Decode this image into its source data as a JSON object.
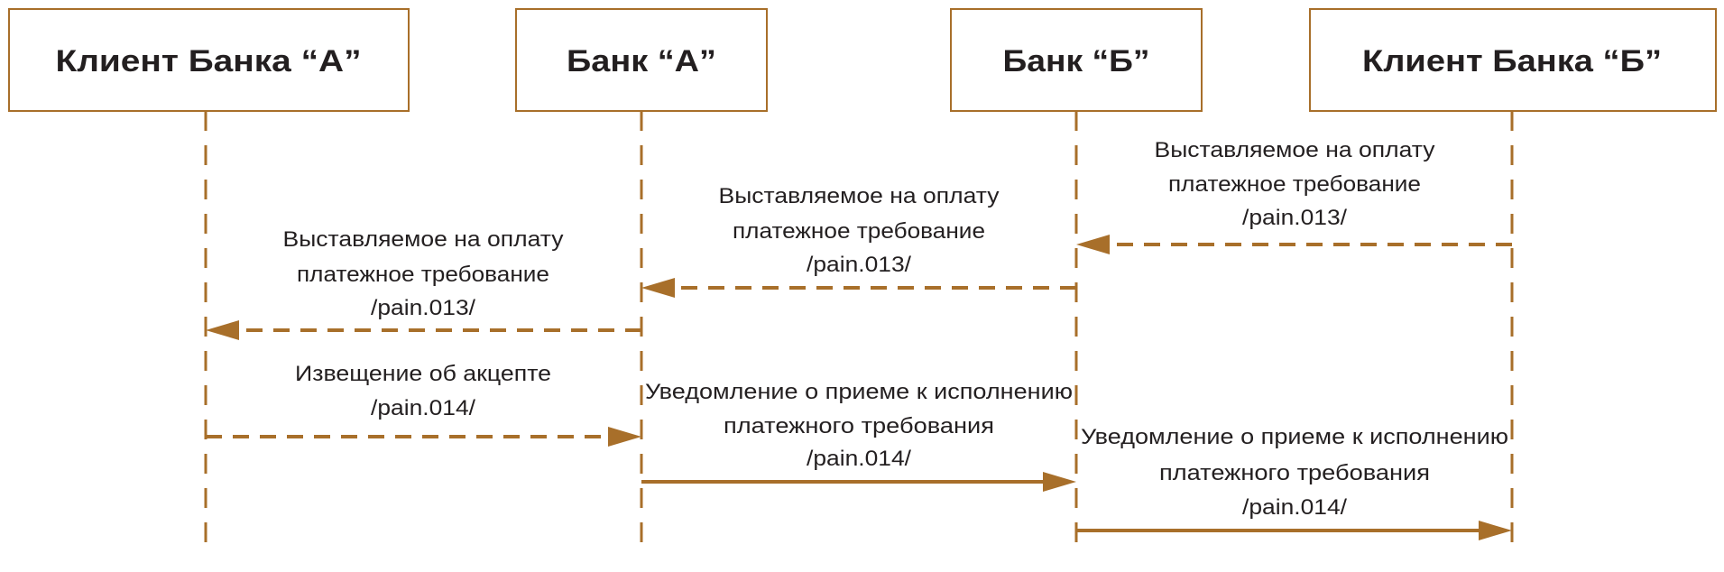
{
  "participants": [
    {
      "name": "Клиент Банка “А”"
    },
    {
      "name": "Банк “А”"
    },
    {
      "name": "Банк “Б”"
    },
    {
      "name": "Клиент Банка “Б”"
    }
  ],
  "messages": [
    {
      "from": "Клиент Банка “Б”",
      "to": "Банк “Б”",
      "style": "dashed",
      "lines": [
        "Выставляемое на оплату",
        "платежное требование",
        "/pain.013/"
      ]
    },
    {
      "from": "Банк “Б”",
      "to": "Банк “А”",
      "style": "dashed",
      "lines": [
        "Выставляемое на оплату",
        "платежное требование",
        "/pain.013/"
      ]
    },
    {
      "from": "Банк “А”",
      "to": "Клиент Банка “А”",
      "style": "dashed",
      "lines": [
        "Выставляемое на оплату",
        "платежное требование",
        "/pain.013/"
      ]
    },
    {
      "from": "Клиент Банка “А”",
      "to": "Банк “А”",
      "style": "dashed",
      "lines": [
        "Извещение об акцепте",
        "/pain.014/"
      ]
    },
    {
      "from": "Банк “А”",
      "to": "Банк “Б”",
      "style": "solid",
      "lines": [
        "Уведомление о приеме к исполнению",
        "платежного требования",
        "/pain.014/"
      ]
    },
    {
      "from": "Банк “Б”",
      "to": "Клиент Банка “Б”",
      "style": "solid",
      "lines": [
        "Уведомление о приеме к исполнению",
        "платежного требования",
        "/pain.014/"
      ]
    }
  ],
  "colors": {
    "accent": "#a86f2a",
    "text": "#231f20"
  }
}
